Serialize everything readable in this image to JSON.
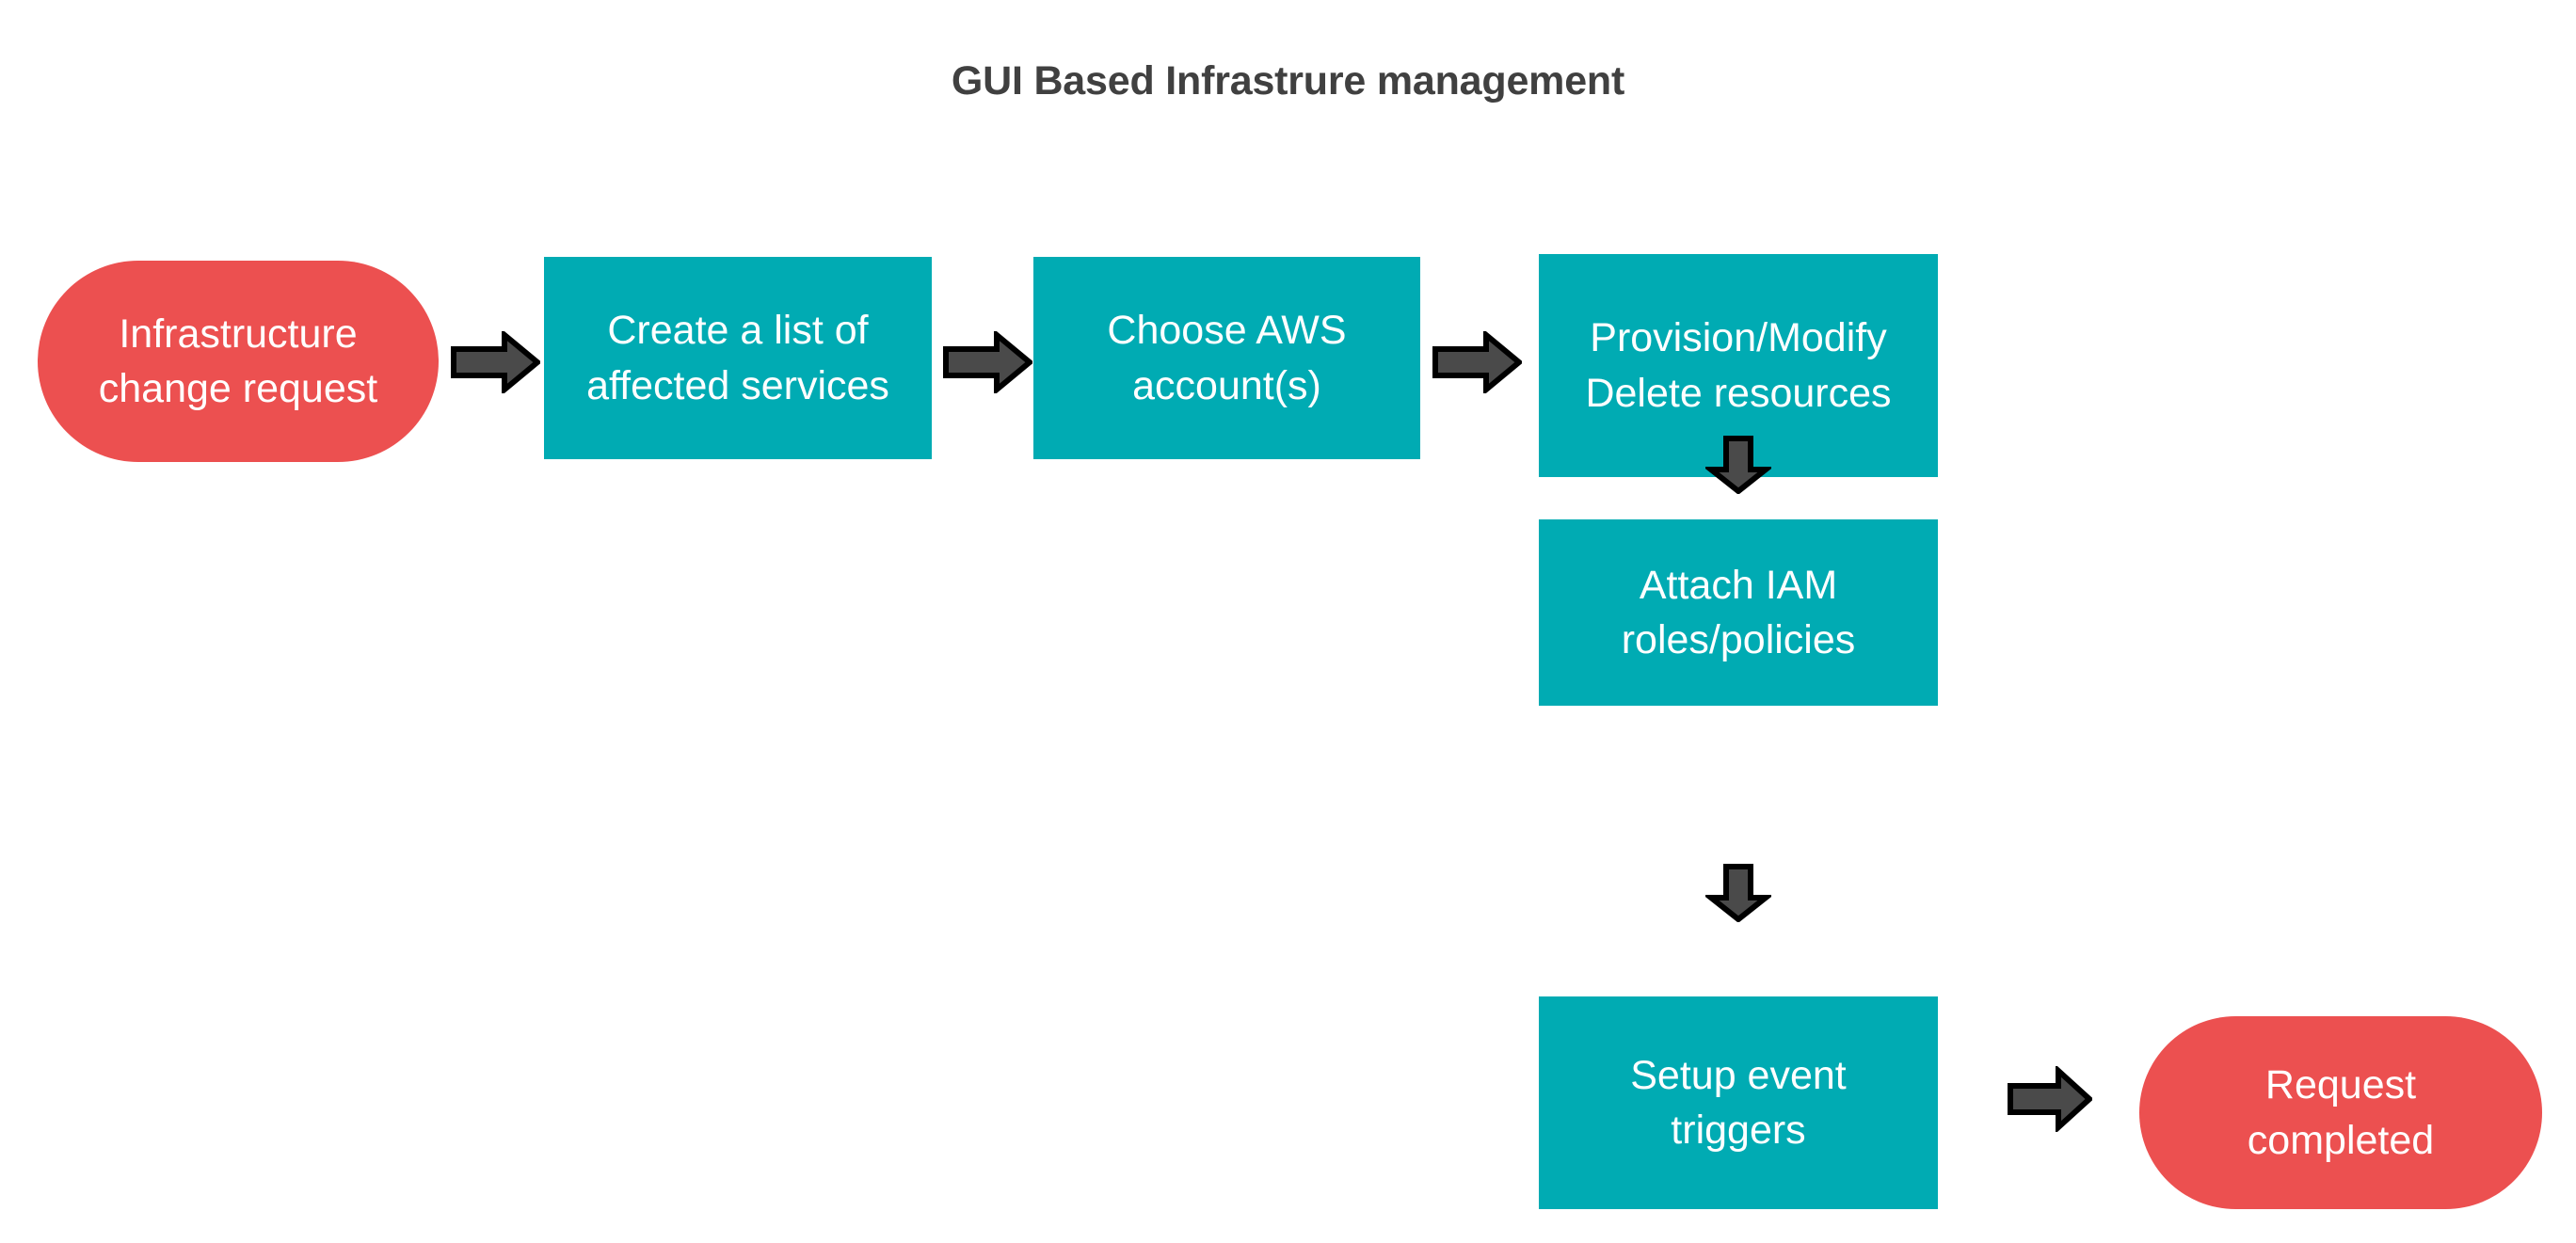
{
  "diagram": {
    "title": "GUI Based Infrastrure management",
    "colors": {
      "process_fill": "#00ABB3",
      "terminator_fill": "#EC5050",
      "arrow_fill": "#4A4A4A",
      "arrow_stroke": "#000000",
      "node_text": "#FFFFFF",
      "title_text": "#404040",
      "background": "#FFFFFF"
    },
    "nodes": [
      {
        "id": "infrastructure-change-request",
        "shape": "terminator",
        "line1": "Infrastructure",
        "line2": "change request"
      },
      {
        "id": "create-list-affected-services",
        "shape": "process",
        "line1": "Create a list of",
        "line2": "affected services"
      },
      {
        "id": "choose-aws-accounts",
        "shape": "process",
        "line1": "Choose AWS",
        "line2": "account(s)"
      },
      {
        "id": "provision-modify-delete-resources",
        "shape": "process",
        "line1": "Provision/Modify",
        "line2": "Delete resources"
      },
      {
        "id": "attach-iam-roles-policies",
        "shape": "process",
        "line1": "Attach IAM",
        "line2": "roles/policies"
      },
      {
        "id": "setup-event-triggers",
        "shape": "process",
        "line1": "Setup event",
        "line2": "triggers"
      },
      {
        "id": "request-completed",
        "shape": "terminator",
        "line1": "Request",
        "line2": "completed"
      }
    ],
    "connectors": [
      {
        "id": "c1",
        "icon": "arrow-right-icon",
        "from": "infrastructure-change-request",
        "to": "create-list-affected-services",
        "direction": "right"
      },
      {
        "id": "c2",
        "icon": "arrow-right-icon",
        "from": "create-list-affected-services",
        "to": "choose-aws-accounts",
        "direction": "right"
      },
      {
        "id": "c3",
        "icon": "arrow-right-icon",
        "from": "choose-aws-accounts",
        "to": "provision-modify-delete-resources",
        "direction": "right"
      },
      {
        "id": "c4",
        "icon": "arrow-down-icon",
        "from": "provision-modify-delete-resources",
        "to": "attach-iam-roles-policies",
        "direction": "down"
      },
      {
        "id": "c5",
        "icon": "arrow-down-icon",
        "from": "attach-iam-roles-policies",
        "to": "setup-event-triggers",
        "direction": "down"
      },
      {
        "id": "c6",
        "icon": "arrow-right-icon",
        "from": "setup-event-triggers",
        "to": "request-completed",
        "direction": "right"
      }
    ]
  }
}
